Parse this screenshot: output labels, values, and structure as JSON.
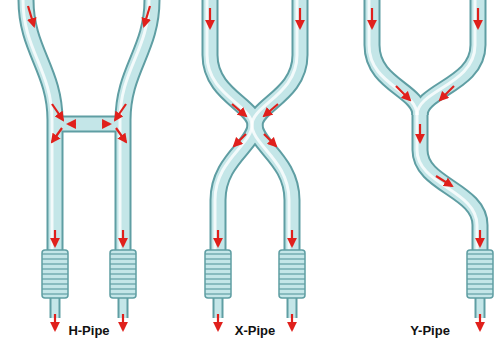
{
  "diagram": {
    "labels": [
      "H-Pipe",
      "X-Pipe",
      "Y-Pipe"
    ]
  }
}
